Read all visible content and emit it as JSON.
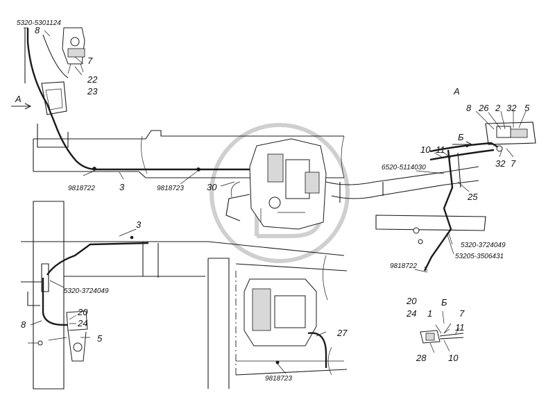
{
  "labels": {
    "code_5320_5301124": "5320-5301124",
    "n8_top": "8",
    "n7_top": "7",
    "n22": "22",
    "n23": "23",
    "view_a_arrow": "А",
    "code_9818722_mid": "9818722",
    "n3_mid": "3",
    "code_9818723_mid": "9818723",
    "n30": "30",
    "view_a_title": "А",
    "n8_right": "8",
    "n26": "26",
    "n2_right": "2",
    "n32_top": "32",
    "n5_right": "5",
    "view_b_arrow": "Б",
    "n10_right": "10",
    "n11_right": "11",
    "code_6520_5114030": "6520-5114030",
    "n32_bottom": "32",
    "n7_right": "7",
    "n25": "25",
    "code_5320_3724049_right": "5320-3724049",
    "code_53205_3506431": "53205-3506431",
    "code_9818722_right": "9818722",
    "n3_bottom": "3",
    "code_5320_3724049_left": "5320-3724049",
    "n20_left": "20",
    "n24_left": "24",
    "n8_bottom": "8",
    "n5_bottom": "5",
    "n27": "27",
    "code_9818723_bottom": "9818723",
    "view_b_title": "Б",
    "n20_b": "20",
    "n24_b": "24",
    "n1_b": "1",
    "n7_b": "7",
    "n11_b": "11",
    "n28": "28",
    "n10_b": "10"
  }
}
